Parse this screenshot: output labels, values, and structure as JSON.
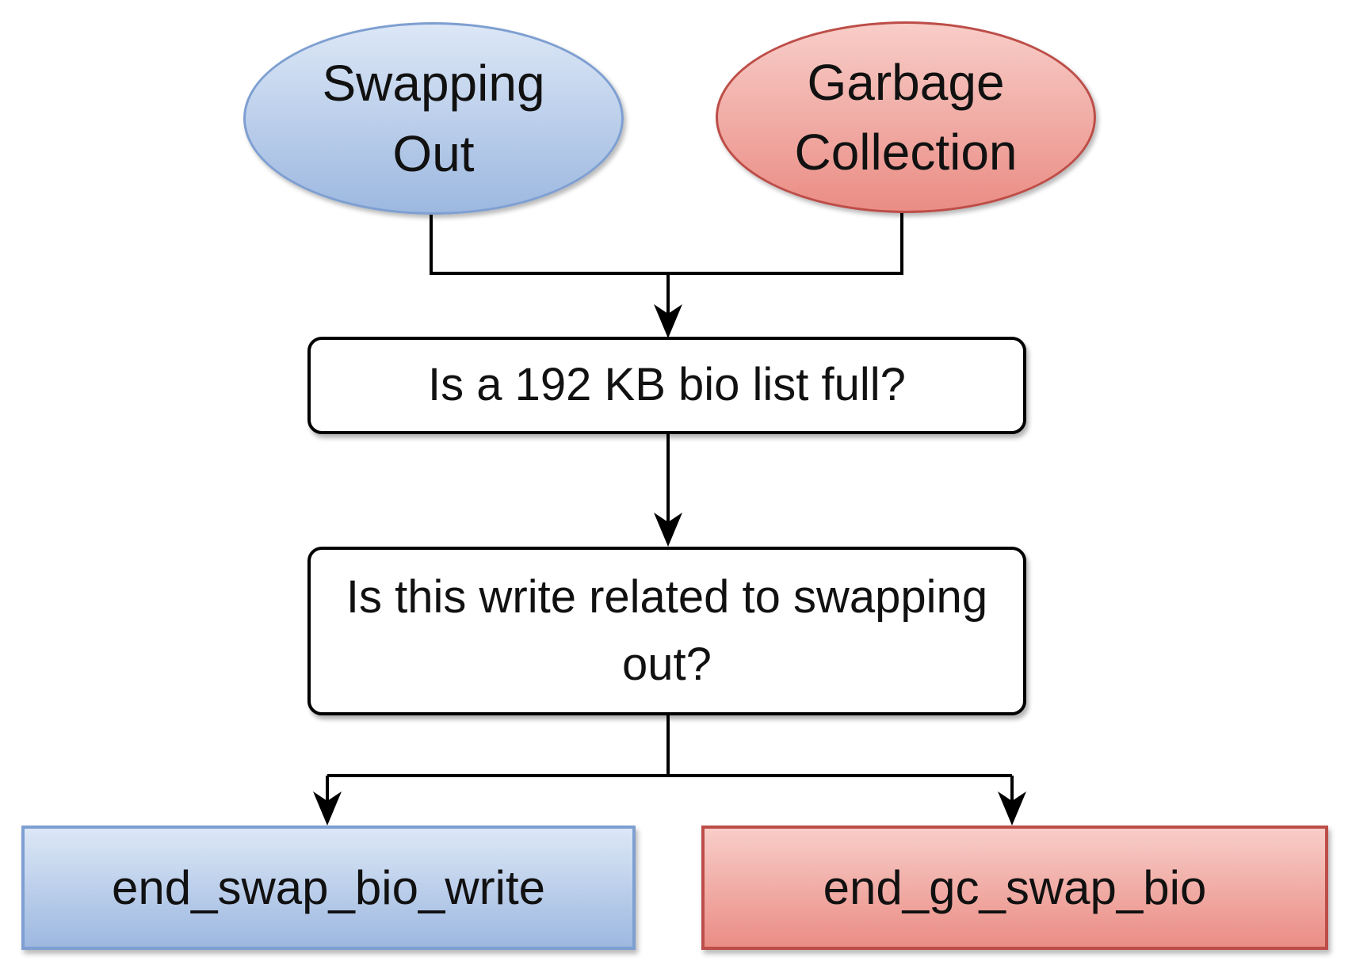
{
  "diagram": {
    "nodes": {
      "swapping_out": {
        "type": "ellipse",
        "label": "Swapping Out"
      },
      "garbage_collection": {
        "type": "ellipse",
        "label": "Garbage Collection"
      },
      "bio_list_question": {
        "type": "decision",
        "label": "Is a 192 KB bio list full?"
      },
      "swap_question": {
        "type": "decision",
        "label": "Is this write related to swapping out?"
      },
      "end_swap_bio_write": {
        "type": "terminal",
        "label": "end_swap_bio_write"
      },
      "end_gc_swap_bio": {
        "type": "terminal",
        "label": "end_gc_swap_bio"
      }
    },
    "edges": [
      {
        "from": "swapping_out",
        "to": "bio_list_question"
      },
      {
        "from": "garbage_collection",
        "to": "bio_list_question"
      },
      {
        "from": "bio_list_question",
        "to": "swap_question"
      },
      {
        "from": "swap_question",
        "to": "end_swap_bio_write"
      },
      {
        "from": "swap_question",
        "to": "end_gc_swap_bio"
      }
    ],
    "colors": {
      "blue_fill_top": "#dce7f6",
      "blue_fill_bottom": "#9db8e0",
      "blue_border": "#7e9fd1",
      "red_fill_top": "#f8cdc8",
      "red_fill_bottom": "#ea8d85",
      "red_border": "#bd4d48",
      "line": "#000000",
      "text": "#111111",
      "background": "#ffffff"
    }
  }
}
